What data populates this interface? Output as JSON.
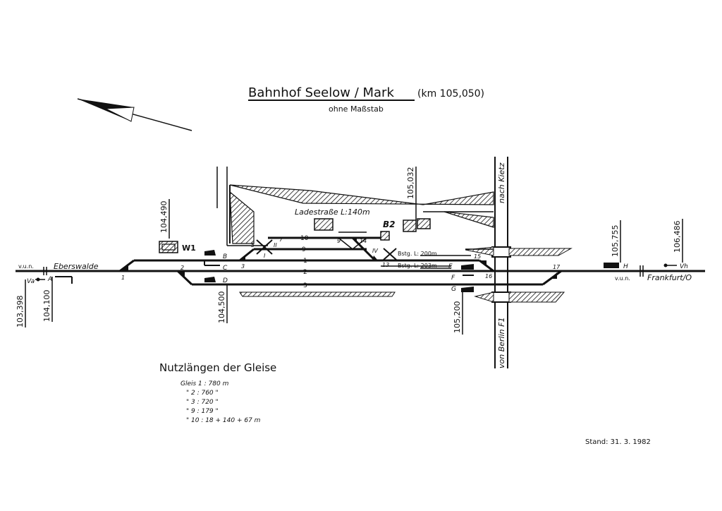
{
  "title": "Bahnhof  Seelow / Mark",
  "km_label": "(km 105,050)",
  "subtitle": "ohne Maßstab",
  "street": "Ladestraße  L:140m",
  "buildings": {
    "w1": "W1",
    "b2": "B2"
  },
  "destinations": {
    "left_vun": "v.u.n.",
    "left_name": "Eberswalde",
    "right_vun": "v.u.n.",
    "right_name": "Frankfurt/O",
    "top_road": "nach Kietz",
    "bottom_road": "von Berlin  F1"
  },
  "km_marks": [
    "103,398",
    "104,100",
    "104,490",
    "104,500",
    "105,032",
    "105,200",
    "105,755",
    "106,486"
  ],
  "signals": [
    "Va",
    "A",
    "B",
    "C",
    "D",
    "E",
    "F",
    "G",
    "H",
    "Vh"
  ],
  "tracks": [
    "10",
    "9",
    "1",
    "2",
    "3"
  ],
  "switches": [
    "1",
    "2",
    "3",
    "5",
    "7",
    "9",
    "13",
    "14",
    "15",
    "16",
    "17"
  ],
  "crossings": [
    "II",
    "I",
    "IV"
  ],
  "platforms": [
    "Bstg.  L: 200m",
    "Bstg.  L: 203m"
  ],
  "lengths": {
    "heading": "Nutzlängen der Gleise",
    "rows": [
      "Gleis 1 : 780 m",
      "\"   2 : 760 \"",
      "\"   3 : 720 \"",
      "\"   9 : 179 \"",
      "\"  10 : 18 + 140 + 67 m"
    ]
  },
  "stand": "Stand: 31. 3. 1982"
}
